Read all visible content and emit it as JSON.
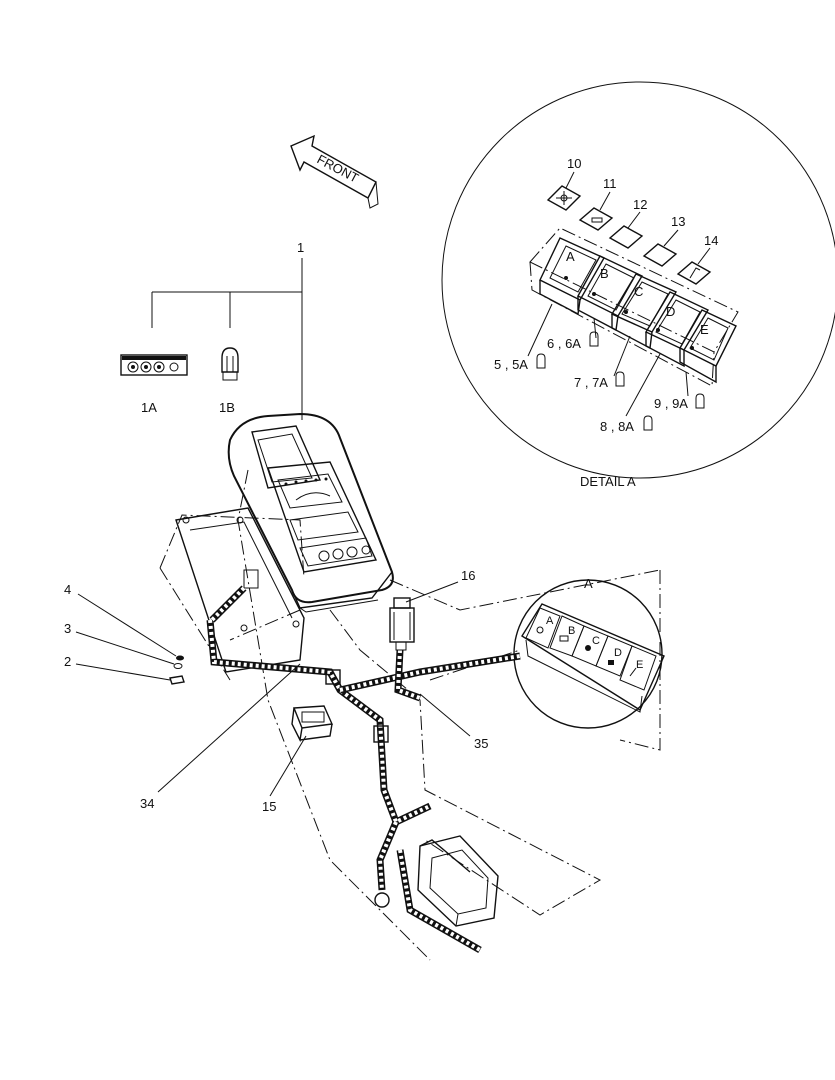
{
  "labels": {
    "front": "FRONT",
    "detail_title": "DETAIL  A",
    "detail_ref": "A",
    "p1": "1",
    "p1a": "1A",
    "p1b": "1B",
    "p2": "2",
    "p3": "3",
    "p4": "4",
    "p10": "10",
    "p11": "11",
    "p12": "12",
    "p13": "13",
    "p14": "14",
    "p15": "15",
    "p16": "16",
    "p34": "34",
    "p35": "35",
    "p5": "5 , 5A",
    "p6": "6 , 6A",
    "p7": "7 , 7A",
    "p8": "8 , 8A",
    "p9": "9 , 9A"
  },
  "switch_letters": [
    "A",
    "B",
    "C",
    "D",
    "E"
  ]
}
